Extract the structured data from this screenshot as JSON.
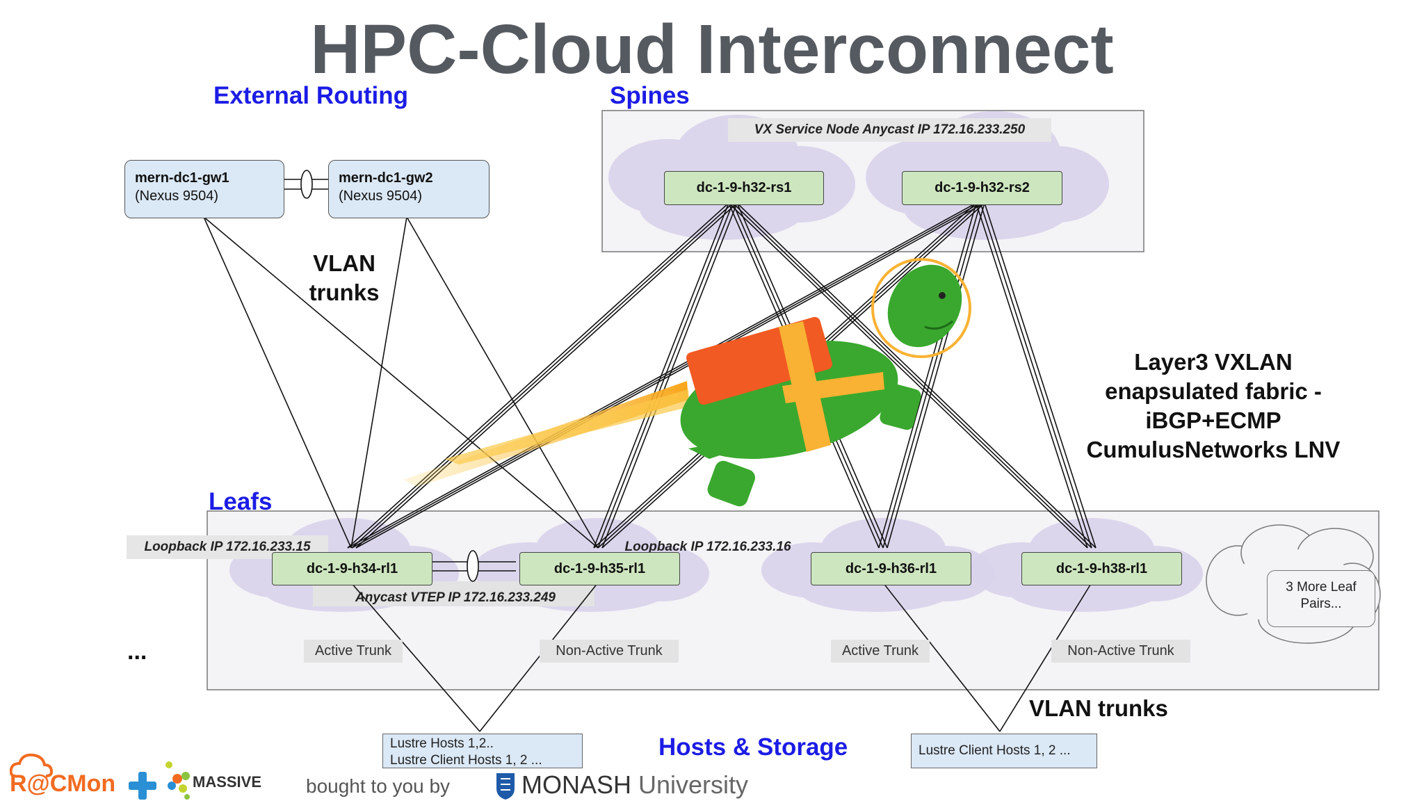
{
  "title": "HPC-Cloud Interconnect",
  "sections": {
    "external_routing": "External Routing",
    "spines": "Spines",
    "leafs": "Leafs",
    "hosts_storage": "Hosts & Storage"
  },
  "labels": {
    "vlan_trunks_top_1": "VLAN",
    "vlan_trunks_top_2": "trunks",
    "vlan_trunks_bottom": "VLAN trunks",
    "fabric_1": "Layer3 VXLAN",
    "fabric_2": "enapsulated fabric -",
    "fabric_3": "iBGP+ECMP",
    "fabric_4": "CumulusNetworks LNV",
    "ellipsis": "..."
  },
  "gateways": [
    {
      "name": "mern-dc1-gw1",
      "model": "(Nexus 9504)"
    },
    {
      "name": "mern-dc1-gw2",
      "model": "(Nexus 9504)"
    }
  ],
  "spines": {
    "anycast": "VX Service Node Anycast IP 172.16.233.250",
    "nodes": [
      "dc-1-9-h32-rs1",
      "dc-1-9-h32-rs2"
    ]
  },
  "leafs": {
    "nodes": [
      "dc-1-9-h34-rl1",
      "dc-1-9-h35-rl1",
      "dc-1-9-h36-rl1",
      "dc-1-9-h38-rl1"
    ],
    "loopback_1": "Loopback IP 172.16.233.15",
    "loopback_2": "Loopback IP 172.16.233.16",
    "anycast_vtep": "Anycast VTEP IP 172.16.233.249",
    "trunks": [
      "Active Trunk",
      "Non-Active Trunk",
      "Active Trunk",
      "Non-Active Trunk"
    ],
    "more_1": "3 More Leaf",
    "more_2": "Pairs..."
  },
  "hosts": {
    "lustre_1": "Lustre Hosts 1,2..",
    "lustre_2": "Lustre Client Hosts 1, 2 ...",
    "client": "Lustre Client Hosts 1, 2 ..."
  },
  "footer": {
    "rcmon": "R@CMon",
    "massive": "MASSIVE",
    "bought": "bought to you by",
    "monash_1": "MONASH",
    "monash_2": " University"
  },
  "colors": {
    "title": "#555a60",
    "section": "#1c1ce6",
    "node_fill": "#cde6bf",
    "gw_fill": "#dbe8f5",
    "turtle": "#3aa82e",
    "rocket": "#f15a22",
    "flame": "#f9b233",
    "rcmon": "#f26b21"
  }
}
